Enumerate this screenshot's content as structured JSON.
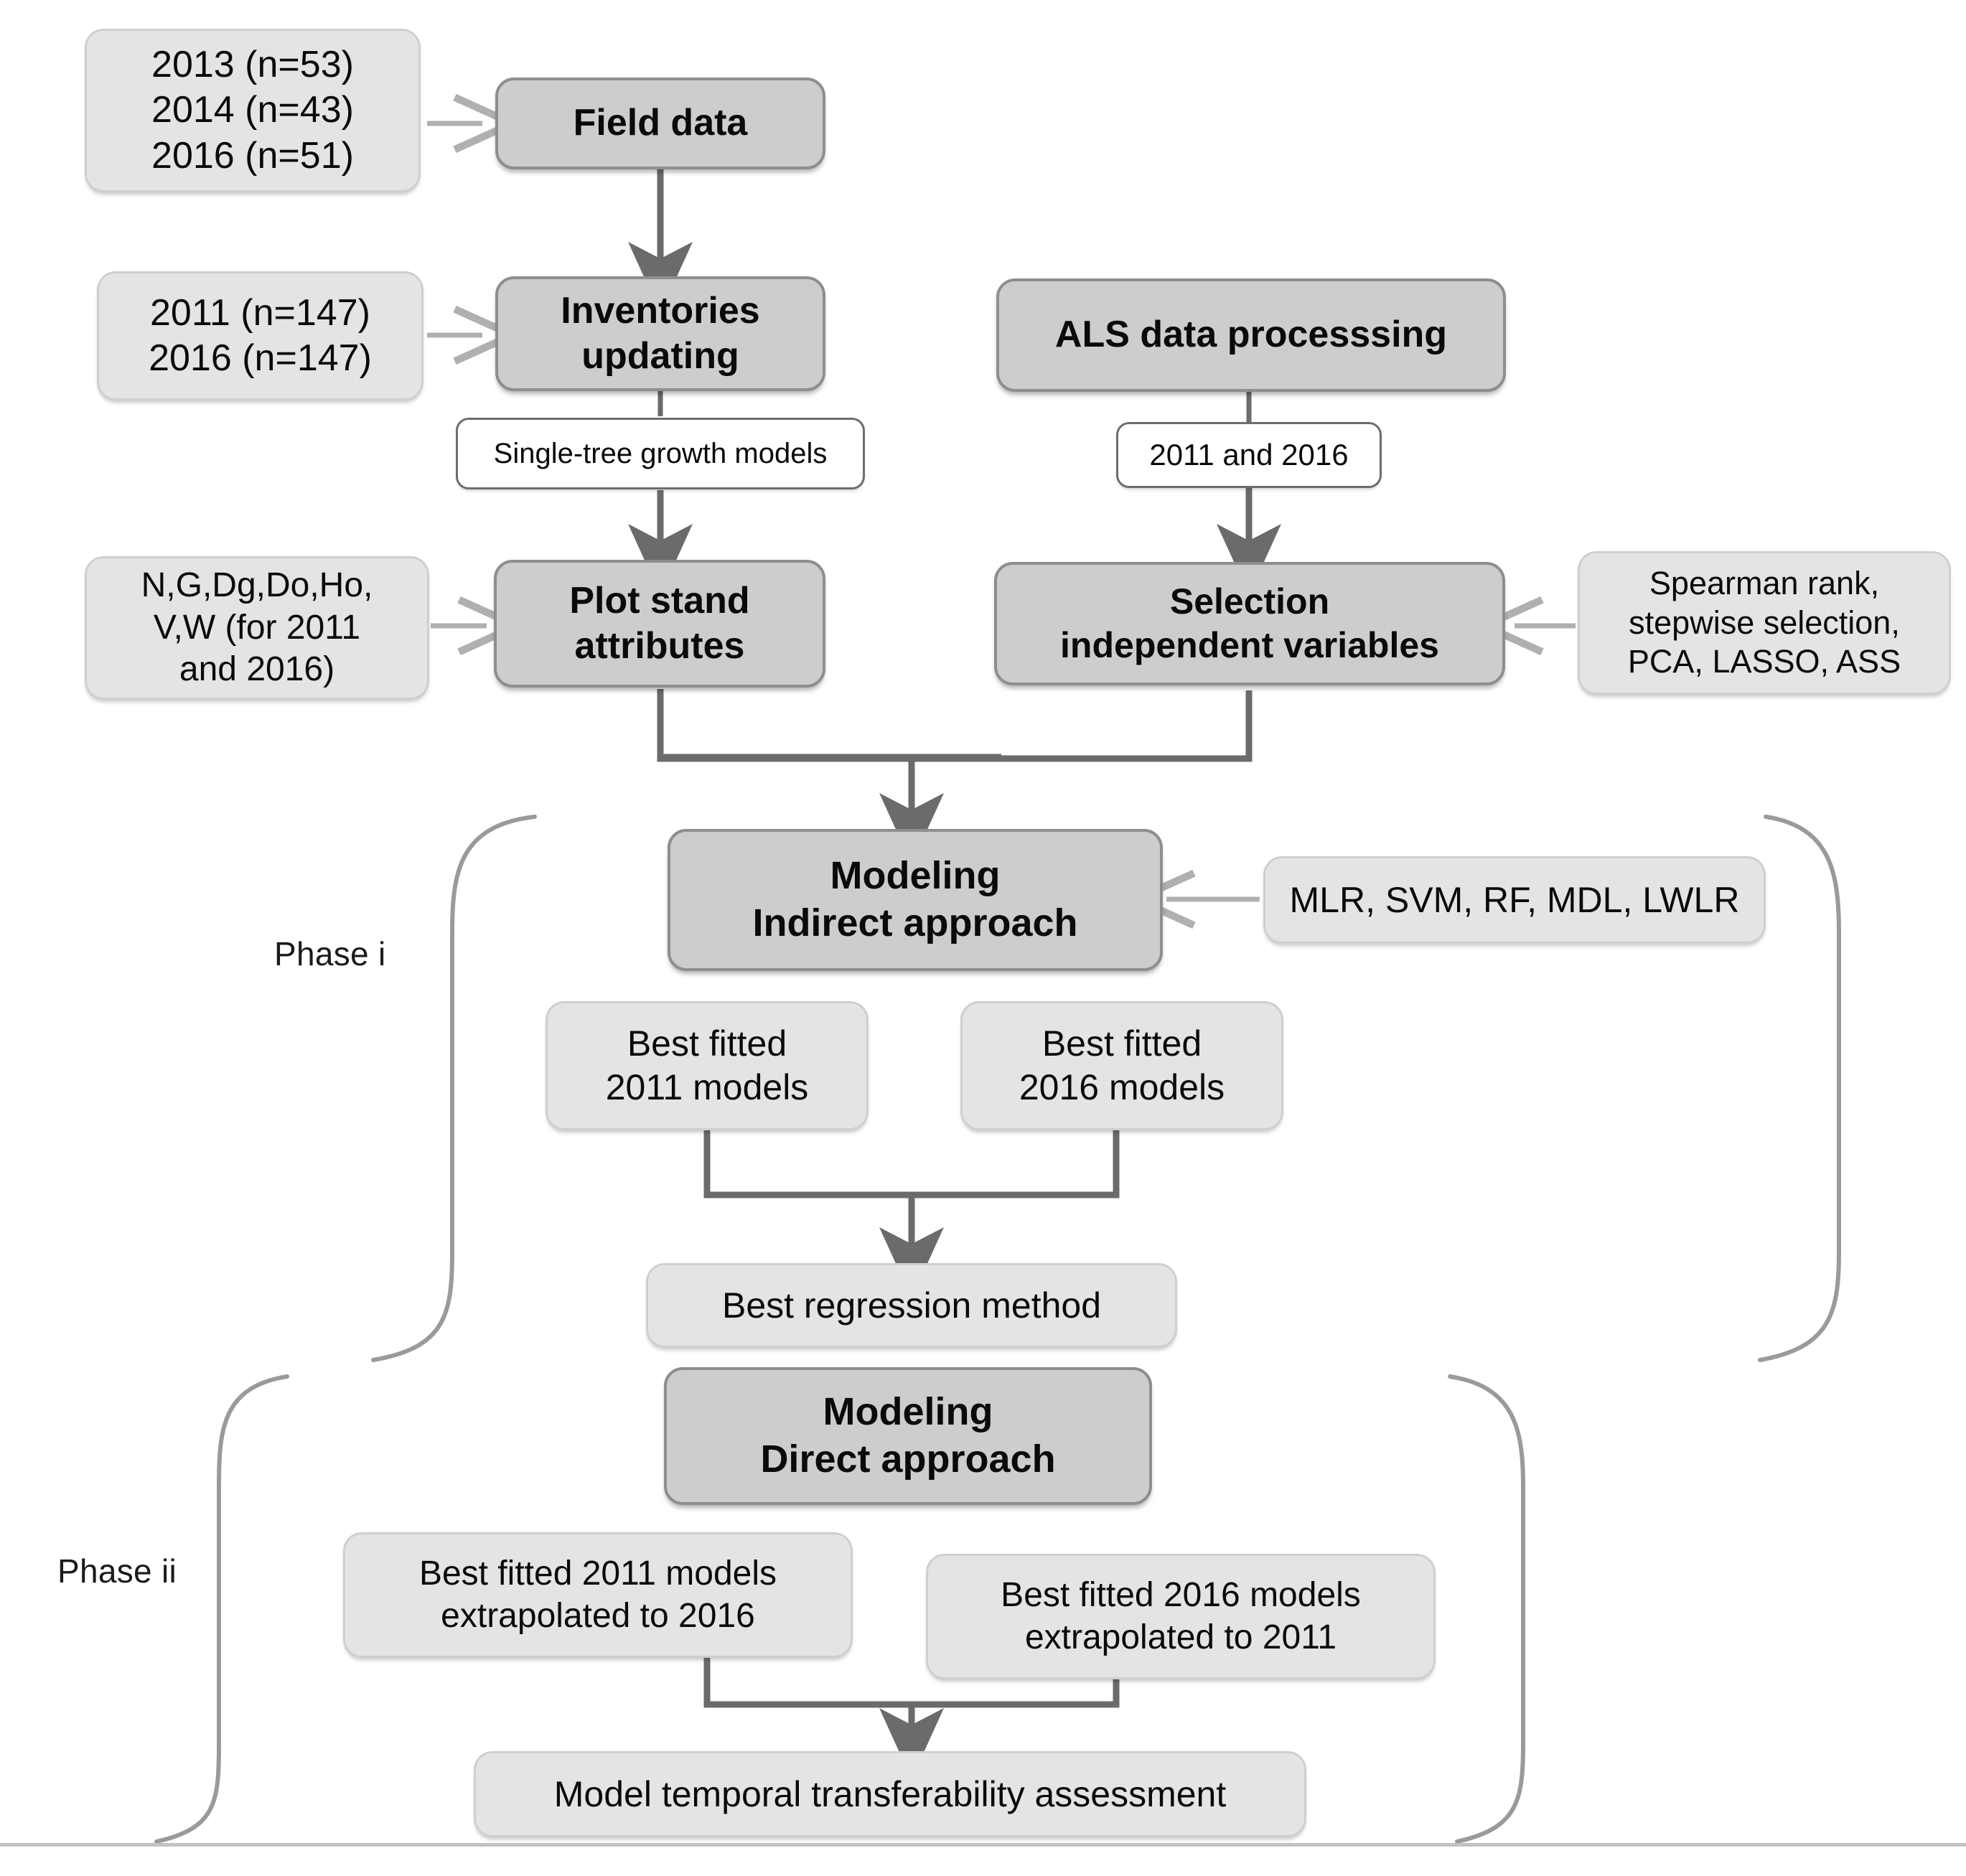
{
  "figure": {
    "kind": "methodology-flowchart",
    "title_visible": false,
    "colors": {
      "light_box_fill": "#e4e4e4",
      "light_box_border": "#cfcfcf",
      "dark_box_fill": "#cdcdcd",
      "dark_box_border": "#8e8e8e",
      "white_box_fill": "#ffffff",
      "white_box_border": "#6d6d6d",
      "connector": "#6b6b6b",
      "thin_arrow": "#b0b0b0",
      "bracket": "#9a9a9a",
      "text": "#0a0a0a",
      "bottom_rule": "#c2c2c2"
    }
  },
  "nodes": {
    "field_years": "2013 (n=53)\n2014 (n=43)\n2016 (n=51)",
    "field_data": "Field data",
    "inventory_years": "2011 (n=147)\n2016 (n=147)",
    "inventories_updating": "Inventories\nupdating",
    "als_processing": "ALS data processsing",
    "single_tree_growth_models": "Single-tree growth models",
    "als_years": "2011 and 2016",
    "stand_variables": "N,G,Dg,Do,Ho,\nV,W (for 2011\nand 2016)",
    "plot_stand_attributes": "Plot stand\nattributes",
    "selection_independent_variables": "Selection\nindependent variables",
    "variable_selection_methods": "Spearman rank,\nstepwise selection,\nPCA, LASSO, ASS",
    "modeling_indirect": "Modeling\nIndirect approach",
    "regression_methods": "MLR, SVM, RF, MDL, LWLR",
    "best_fitted_2011": "Best fitted\n2011 models",
    "best_fitted_2016": "Best fitted\n2016 models",
    "best_regression_method": "Best regression method",
    "modeling_direct": "Modeling\nDirect approach",
    "best_2011_extrapolated": "Best fitted 2011 models\nextrapolated to 2016",
    "best_2016_extrapolated": "Best fitted 2016 models\nextrapolated to 2011",
    "transferability_assessment": "Model temporal transferability assessment"
  },
  "phases": {
    "phase_i": "Phase i",
    "phase_ii": "Phase ii"
  }
}
